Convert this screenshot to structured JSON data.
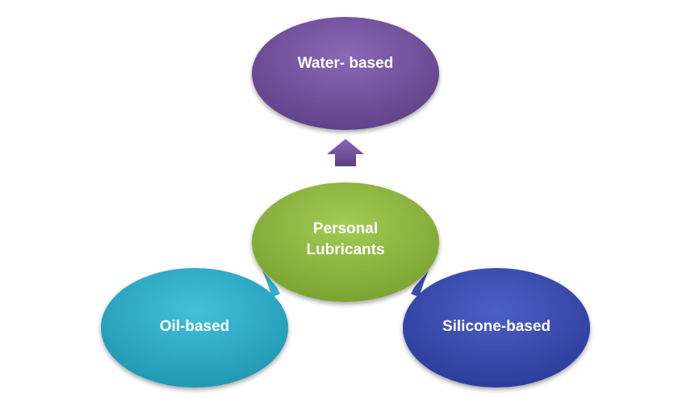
{
  "diagram": {
    "center": {
      "label_line1": "Personal",
      "label_line2": "Lubricants",
      "color": "#8DB83E"
    },
    "top": {
      "label": "Water- based",
      "color": "#7A58A3"
    },
    "left": {
      "label": "Oil-based",
      "color": "#2FAFCB"
    },
    "right": {
      "label": "Silicone-based",
      "color": "#3A4BAF"
    }
  }
}
